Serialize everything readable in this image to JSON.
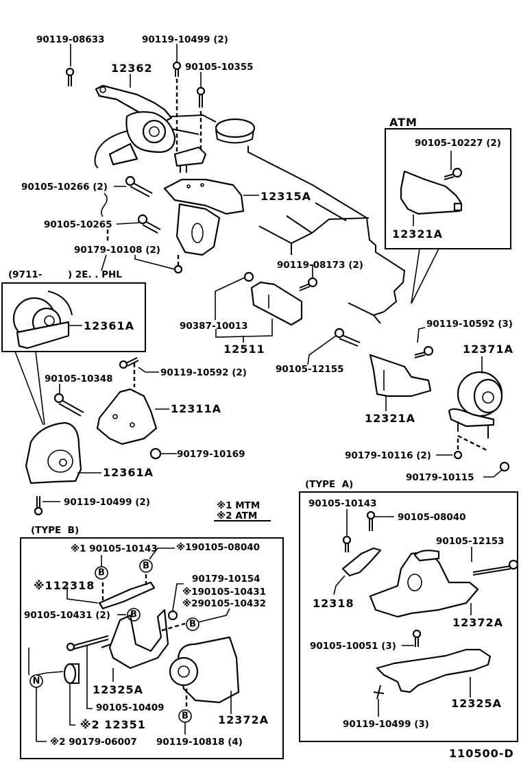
{
  "diagram": {
    "title": "Engine Mounting Parts Diagram",
    "figure_code": "110500-D",
    "legend": {
      "mtm": "※1 MTM",
      "atm": "※2 ATM"
    },
    "sections": {
      "atm_inset": "ATM",
      "phl_inset": "(9711-        ) 2E. . PHL",
      "type_a": "(TYPE  A)",
      "type_b": "(TYPE  B)"
    },
    "main_labels": {
      "p90119_08633": "90119-08633",
      "p90119_10499_2_top": "90119-10499 (2)",
      "p12362": "12362",
      "p90105_10355": "90105-10355",
      "p90105_10266": "90105-10266 (2)",
      "p12315A": "12315A",
      "p90105_10265": "90105-10265",
      "p90179_10108": "90179-10108 (2)",
      "p90119_08173": "90119-08173 (2)",
      "p90387_10013": "90387-10013",
      "p12511": "12511",
      "p12361A_inset": "12361A",
      "p90119_10592_2": "90119-10592 (2)",
      "p90105_10348": "90105-10348",
      "p12311A": "12311A",
      "p90179_10169": "90179-10169",
      "p12361A": "12361A",
      "p90119_10499_2_bot": "90119-10499 (2)",
      "p90105_12155": "90105-12155",
      "p12321A": "12321A",
      "p90119_10592_3": "90119-10592 (3)",
      "p12371A": "12371A",
      "p90179_10116": "90179-10116 (2)",
      "p90179_10115": "90179-10115"
    },
    "atm_inset_labels": {
      "p90105_10227": "90105-10227 (2)",
      "p12321A": "12321A"
    },
    "type_b_labels": {
      "p90105_10143": "※1 90105-10143",
      "p90105_08040": "※190105-08040",
      "p12318": "※112318",
      "p90179_10154": "90179-10154",
      "p90105_10431_m1": "※190105-10431",
      "p90105_10432_m2": "※290105-10432",
      "p90105_10431_2": "90105-10431 (2)",
      "p12325A": "12325A",
      "p90105_10409": "90105-10409",
      "p12351": "※2 12351",
      "p90179_06007": "※2 90179-06007",
      "p12372A": "12372A",
      "p90119_10818": "90119-10818 (4)"
    },
    "type_a_labels": {
      "p90105_10143": "90105-10143",
      "p90105_08040": "90105-08040",
      "p90105_12153": "90105-12153",
      "p12318": "12318",
      "p12372A": "12372A",
      "p90105_10051": "90105-10051 (3)",
      "p12325A": "12325A",
      "p90119_10499_3": "90119-10499 (3)"
    },
    "callout_markers": {
      "b": "B",
      "n": "N"
    }
  }
}
